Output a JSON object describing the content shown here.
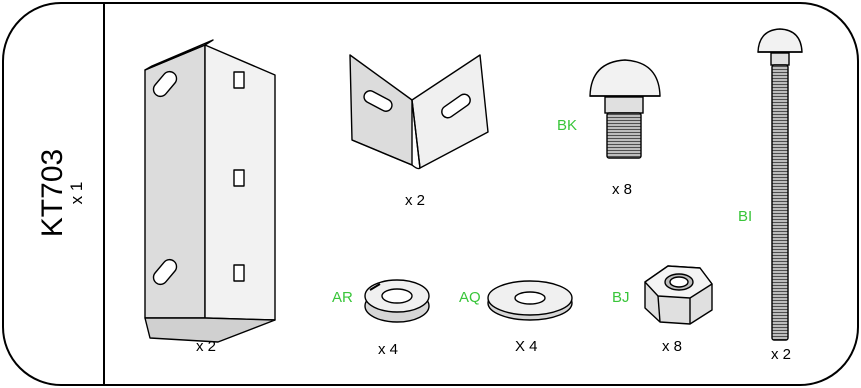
{
  "kit": {
    "code": "KT703",
    "quantity": "x 1"
  },
  "parts": {
    "long_bracket": {
      "quantity": "x 2"
    },
    "short_bracket": {
      "quantity": "x 2"
    },
    "bolt_bk": {
      "code": "BK",
      "quantity": "x 8"
    },
    "bolt_bi": {
      "code": "BI",
      "quantity": "x 2"
    },
    "washer_ar": {
      "code": "AR",
      "quantity": "x 4"
    },
    "washer_aq": {
      "code": "AQ",
      "quantity": "X 4"
    },
    "nut_bj": {
      "code": "BJ",
      "quantity": "x 8"
    }
  },
  "colors": {
    "code_label": "#39c53a",
    "metal_fill": "#e6e6e6",
    "outline": "#000000"
  },
  "icons": [
    "angle-bracket-long",
    "angle-bracket-short",
    "carriage-bolt-short",
    "carriage-bolt-long",
    "split-lock-washer",
    "flat-washer",
    "hex-nut"
  ]
}
